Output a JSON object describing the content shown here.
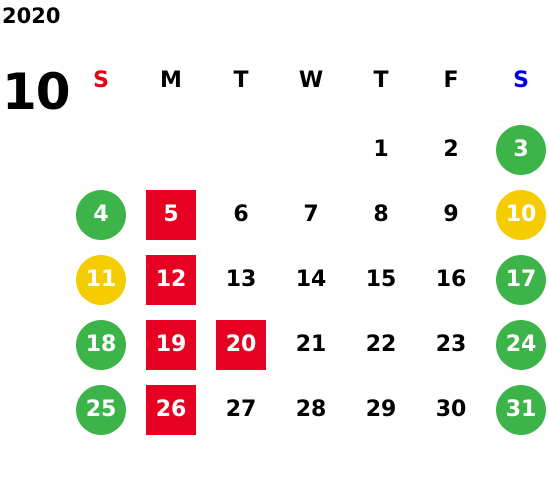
{
  "calendar": {
    "year": "2020",
    "month": "10",
    "weekdays": [
      {
        "label": "S",
        "color": "#e60012"
      },
      {
        "label": "M",
        "color": "#000000"
      },
      {
        "label": "T",
        "color": "#000000"
      },
      {
        "label": "W",
        "color": "#000000"
      },
      {
        "label": "T",
        "color": "#000000"
      },
      {
        "label": "F",
        "color": "#000000"
      },
      {
        "label": "S",
        "color": "#0000e6"
      }
    ],
    "colors": {
      "green": "#3cb44a",
      "yellow": "#f5cc00",
      "red": "#e60022"
    },
    "weeks": [
      [
        null,
        null,
        null,
        null,
        {
          "day": "1"
        },
        {
          "day": "2"
        },
        {
          "day": "3",
          "mark": "green-circle"
        }
      ],
      [
        {
          "day": "4",
          "mark": "green-circle"
        },
        {
          "day": "5",
          "mark": "red-square"
        },
        {
          "day": "6"
        },
        {
          "day": "7"
        },
        {
          "day": "8"
        },
        {
          "day": "9"
        },
        {
          "day": "10",
          "mark": "yellow-circle"
        }
      ],
      [
        {
          "day": "11",
          "mark": "yellow-circle"
        },
        {
          "day": "12",
          "mark": "red-square"
        },
        {
          "day": "13"
        },
        {
          "day": "14"
        },
        {
          "day": "15"
        },
        {
          "day": "16"
        },
        {
          "day": "17",
          "mark": "green-circle"
        }
      ],
      [
        {
          "day": "18",
          "mark": "green-circle"
        },
        {
          "day": "19",
          "mark": "red-square"
        },
        {
          "day": "20",
          "mark": "red-square"
        },
        {
          "day": "21"
        },
        {
          "day": "22"
        },
        {
          "day": "23"
        },
        {
          "day": "24",
          "mark": "green-circle"
        }
      ],
      [
        {
          "day": "25",
          "mark": "green-circle"
        },
        {
          "day": "26",
          "mark": "red-square"
        },
        {
          "day": "27"
        },
        {
          "day": "28"
        },
        {
          "day": "29"
        },
        {
          "day": "30"
        },
        {
          "day": "31",
          "mark": "green-circle"
        }
      ]
    ]
  }
}
